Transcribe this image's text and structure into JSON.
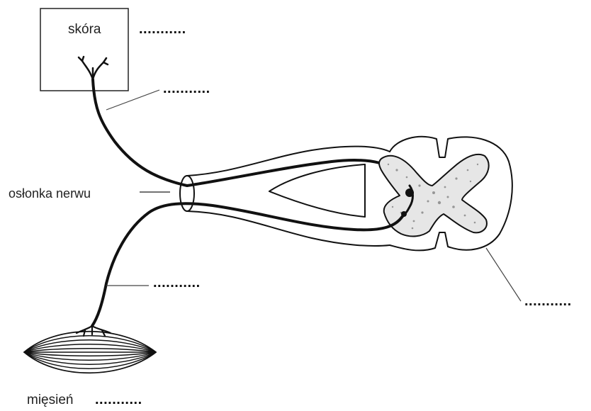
{
  "labels": {
    "skin": "skóra",
    "nerve_sheath": "osłonka nerwu",
    "muscle": "mięsień"
  },
  "blanks": {
    "skin_blank": "...........",
    "sensory_neuron_blank": "...........",
    "motor_neuron_blank": "...........",
    "spinal_cord_blank": "...........",
    "muscle_blank": "..........."
  }
}
